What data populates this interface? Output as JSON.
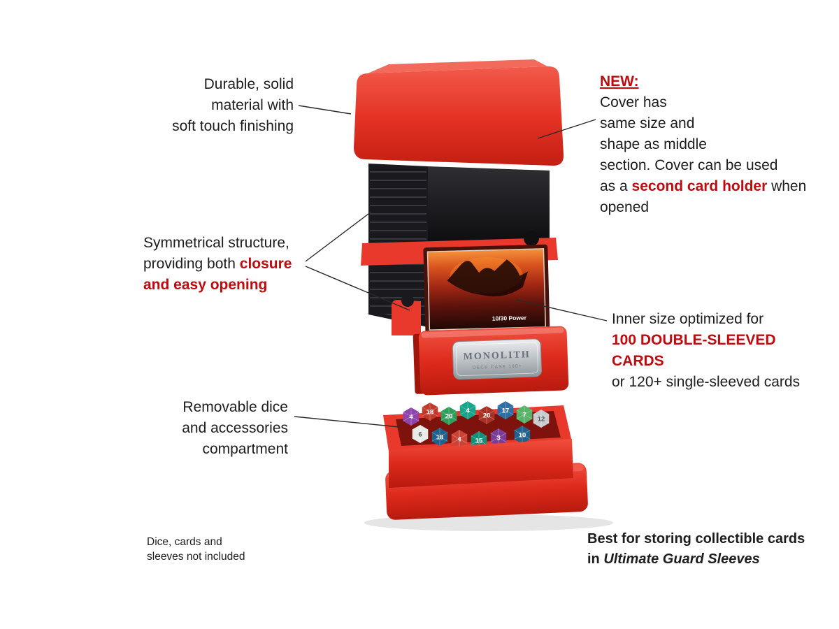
{
  "colors": {
    "background": "#ffffff",
    "text": "#1d1d1b",
    "accent_red": "#c00a0e",
    "box_red": "#e8392c",
    "box_red_dark": "#b81a0e",
    "box_red_light": "#f15a4c"
  },
  "annotations": {
    "durable": {
      "line1": "Durable, solid",
      "line2": "material with",
      "line3": "soft touch finishing"
    },
    "cover_new": {
      "heading": "NEW:",
      "line1": "Cover has",
      "line2": "same size and",
      "line3": "shape as middle",
      "line4": "section. Cover can be used",
      "line5_pre": "as a ",
      "line5_highlight": "second card holder",
      "line5_post": " when opened"
    },
    "symmetry": {
      "line1": "Symmetrical structure,",
      "line2_pre": "providing both ",
      "line2_highlight": "closure",
      "line3_highlight": "and easy opening"
    },
    "capacity": {
      "line1": "Inner size optimized for",
      "line2_highlight": "100 DOUBLE-SLEEVED CARDS",
      "line3": "or 120+ single-sleeved cards"
    },
    "dice_tray": {
      "line1": "Removable dice",
      "line2": "and accessories",
      "line3": "compartment"
    },
    "disclaimer": {
      "line1": "Dice, cards and",
      "line2": "sleeves not included"
    },
    "best_for": {
      "line1": "Best for storing collectible cards",
      "line2_pre": "in ",
      "line2_italic": "Ultimate Guard Sleeves"
    }
  },
  "product": {
    "plate_title": "MONOLITH",
    "plate_subtitle": "DECK CASE 100+",
    "card_stat": "10/30 Power",
    "dice": [
      "4",
      "18",
      "20",
      "4",
      "20",
      "17",
      "7",
      "12",
      "6",
      "18",
      "4",
      "15",
      "3",
      "10"
    ]
  }
}
